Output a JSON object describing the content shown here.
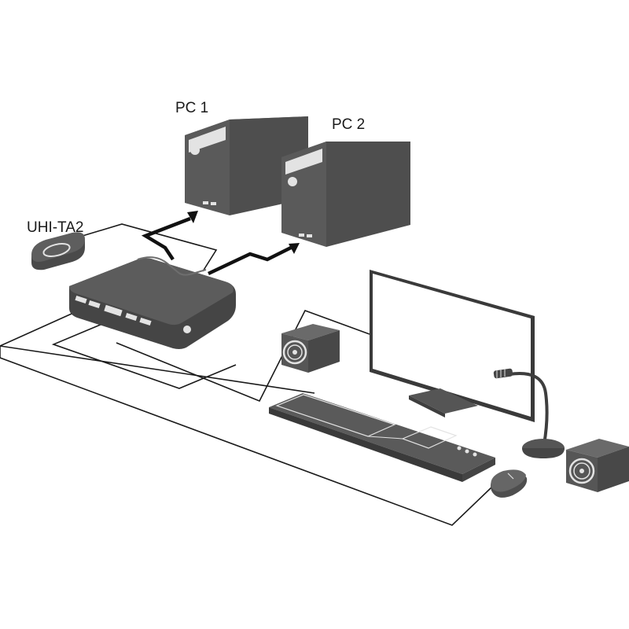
{
  "labels": {
    "pc1": "PC 1",
    "pc2": "PC 2",
    "remote": "UHI-TA2"
  },
  "devices": [
    "kvm-switch",
    "wired-remote",
    "pc-tower",
    "pc-tower",
    "monitor",
    "keyboard",
    "mouse",
    "speaker",
    "speaker",
    "gooseneck-microphone"
  ],
  "colors": {
    "device_fill": "#555555",
    "device_dark": "#3c3c3c",
    "panel_light": "#e3e3e3",
    "cable": "#1a1a1a",
    "background": "#ffffff"
  }
}
